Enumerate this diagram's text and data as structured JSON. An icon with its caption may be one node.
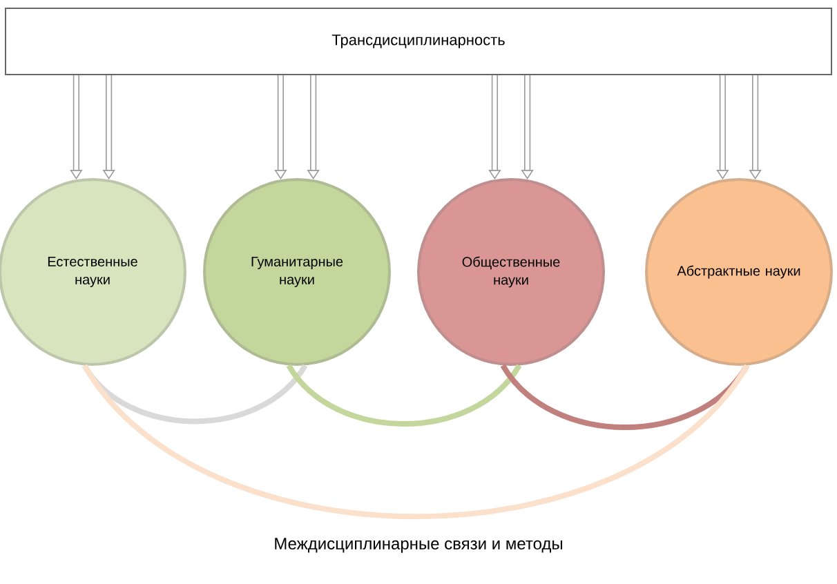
{
  "diagram": {
    "nodes": [
      {
        "text": [
          "Трансдисциплинарность"
        ]
      },
      {
        "text": [
          "Естественные науки"
        ]
      },
      {
        "text": [
          "Гуманитарные науки"
        ]
      },
      {
        "text": [
          "Общественные науки"
        ]
      },
      {
        "text": [
          "Абстрактные науки"
        ]
      }
    ],
    "edges": [
      {
        "from": 0,
        "to": 1,
        "arrow": "to"
      },
      {
        "from": 0,
        "to": 1,
        "arrow": "to"
      },
      {
        "from": 0,
        "to": 2,
        "arrow": "to"
      },
      {
        "from": 0,
        "to": 2,
        "arrow": "to"
      },
      {
        "from": 0,
        "to": 3,
        "arrow": "to"
      },
      {
        "from": 0,
        "to": 3,
        "arrow": "to"
      },
      {
        "from": 0,
        "to": 4,
        "arrow": "to"
      },
      {
        "from": 0,
        "to": 4,
        "arrow": "to"
      },
      {
        "from": 1,
        "to": 2,
        "arrow": "none",
        "color": "#d9d9d9"
      },
      {
        "from": 2,
        "to": 3,
        "arrow": "none",
        "color": "#c3d69b"
      },
      {
        "from": 3,
        "to": 4,
        "arrow": "none",
        "color": "#c0807e"
      },
      {
        "from": 1,
        "to": 4,
        "arrow": "none",
        "color": "#fbe1cc"
      }
    ],
    "labels": [
      "Междисциплинарные связи и методы"
    ]
  }
}
